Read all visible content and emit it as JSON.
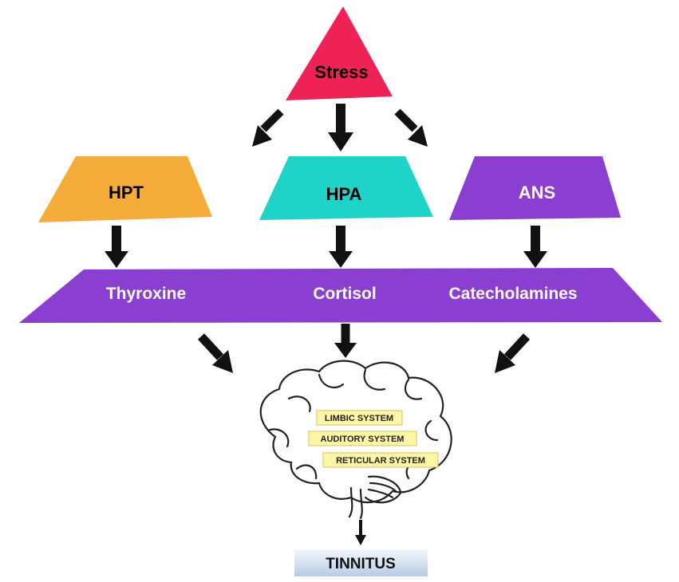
{
  "nodes": {
    "stress": {
      "label": "Stress",
      "color": "#ee2255"
    },
    "hpt": {
      "label": "HPT",
      "color": "#f5ac3a"
    },
    "hpa": {
      "label": "HPA",
      "color": "#1fd3c8"
    },
    "ans": {
      "label": "ANS",
      "color": "#8a3fd1"
    }
  },
  "hormones": {
    "color": "#8a3fd1",
    "items": [
      "Thyroxine",
      "Cortisol",
      "Catecholamines"
    ]
  },
  "brain": {
    "systems": [
      "LIMBIC SYSTEM",
      "AUDITORY SYSTEM",
      "RETICULAR SYSTEM"
    ],
    "label_color": "#fdf6a6"
  },
  "outcome": {
    "label": "TINNITUS"
  },
  "arrow_color": "#111111"
}
